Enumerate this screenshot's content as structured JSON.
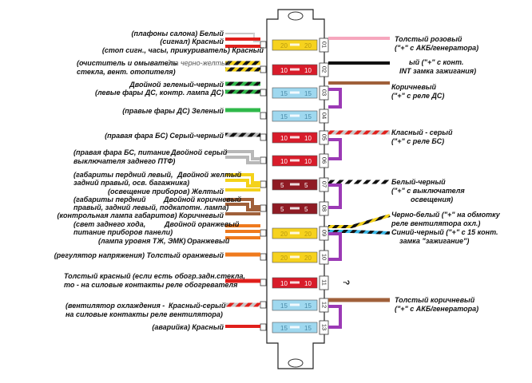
{
  "colors": {
    "red": "#e0201c",
    "white": "#ffffff",
    "black": "#111111",
    "yellow": "#f4d21a",
    "green": "#2fb84a",
    "gray": "#b8b8b8",
    "brown": "#a0603a",
    "orange": "#ef7a1d",
    "pink": "#f6a6bd",
    "purple": "#9b3ab5",
    "lightblue": "#39b8e8",
    "box_yellow": "#f6d21e",
    "box_red": "#d81c2a",
    "box_blue": "#9fd8ef",
    "box_darkred": "#8f1b24"
  },
  "fuses": [
    {
      "num": "01",
      "rating": "20",
      "color": "yellow"
    },
    {
      "num": "02",
      "rating": "10",
      "color": "red"
    },
    {
      "num": "03",
      "rating": "15",
      "color": "blue"
    },
    {
      "num": "04",
      "rating": "15",
      "color": "blue"
    },
    {
      "num": "05",
      "rating": "10",
      "color": "red"
    },
    {
      "num": "06",
      "rating": "10",
      "color": "red"
    },
    {
      "num": "07",
      "rating": "5",
      "color": "darkred"
    },
    {
      "num": "08",
      "rating": "5",
      "color": "darkred"
    },
    {
      "num": "09",
      "rating": "20",
      "color": "yellow"
    },
    {
      "num": "10",
      "rating": "20",
      "color": "yellow"
    },
    {
      "num": "11",
      "rating": "10",
      "color": "red"
    },
    {
      "num": "12",
      "rating": "15",
      "color": "blue"
    },
    {
      "num": "13",
      "rating": "15",
      "color": "blue"
    }
  ],
  "question_mark": "?",
  "left_labels": [
    "(плафоны салона) Белый",
    "(сигнал) Красный",
    "(стоп сигн., часы, прикуриватель) Красный",
    "(очиститель и омыватель",
    "два черно-желтых",
    "стекла, вент. отопителя)",
    "Двойной зеленый-черный",
    "(левые фары ДС, контр. лампа ДС)",
    "(правые фары ДС) Зеленый",
    "(правая фара БС) Серый-черный",
    "(правая фара БС, питание",
    "Двойной серый",
    "выключателя заднего ПТФ)",
    "(габариты пердний левый,",
    "Двойной желтый",
    "задний правый, осв. багажника)",
    "(освещение приборов) Желтый",
    "(габариты пердний",
    "Двойной коричневый",
    "правый, задний левый, подкапотн. лампа)",
    "(контрольная лампа габаритов) Коричневый",
    "(свет заднего хода,",
    "Двойной оранжевый",
    "питание приборов панели)",
    "(лампа уровня ТЖ, ЭМК)",
    "Оранжевый",
    "(регулятор напряжения) Толстый оранжевый",
    "Толстый красный (если есть обогр.задн.стекла,",
    "то - на силовые контакты реле обогревателя",
    "(вентилятор охлаждения -",
    "Красный-серый",
    "на силовые контакты реле вентилятора)",
    "(аварийка) Красный"
  ],
  "right_labels": [
    "Толстый розовый",
    "(\"+\" с АКБ/генератора)",
    "ый (\"+\" с конт.",
    "INT замка зажигания)",
    "Коричневый",
    "(\"+\" с реле ДС)",
    "Класный - серый",
    "(\"+\" с реле БС)",
    "Белый-черный",
    "(\"+\" с выключателя",
    "освещения)",
    "Черно-белый (\"+\" на обмотку",
    "реле вентилятора охл.)",
    "Синий-черный (\"+\" с 15 конт.",
    "замка \"зажигание\")",
    "Толстый коричневый",
    "(\"+\" с АКБ/генератора)"
  ]
}
